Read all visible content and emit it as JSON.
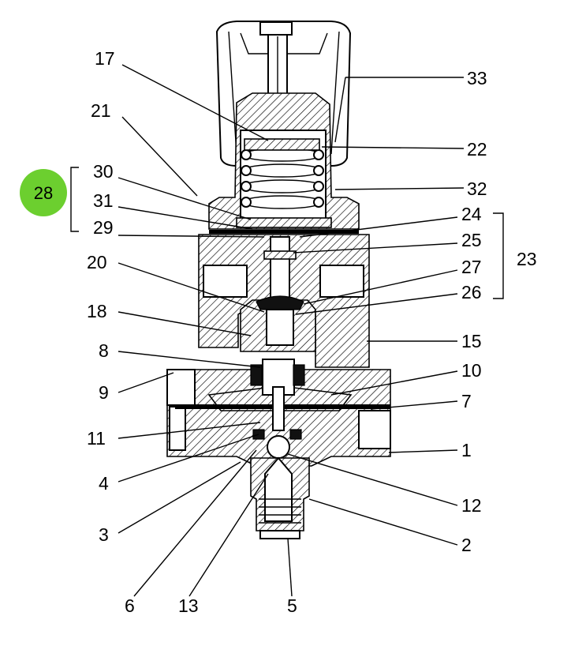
{
  "callouts": {
    "c1": "1",
    "c2": "2",
    "c3": "3",
    "c4": "4",
    "c5": "5",
    "c6": "6",
    "c7": "7",
    "c8": "8",
    "c9": "9",
    "c10": "10",
    "c11": "11",
    "c12": "12",
    "c13": "13",
    "c15": "15",
    "c17": "17",
    "c18": "18",
    "c20": "20",
    "c21": "21",
    "c22": "22",
    "c23": "23",
    "c24": "24",
    "c25": "25",
    "c26": "26",
    "c27": "27",
    "c29": "29",
    "c30": "30",
    "c31": "31",
    "c32": "32",
    "c33": "33"
  },
  "highlight": {
    "label": "28",
    "color": "#6ccf2f"
  }
}
